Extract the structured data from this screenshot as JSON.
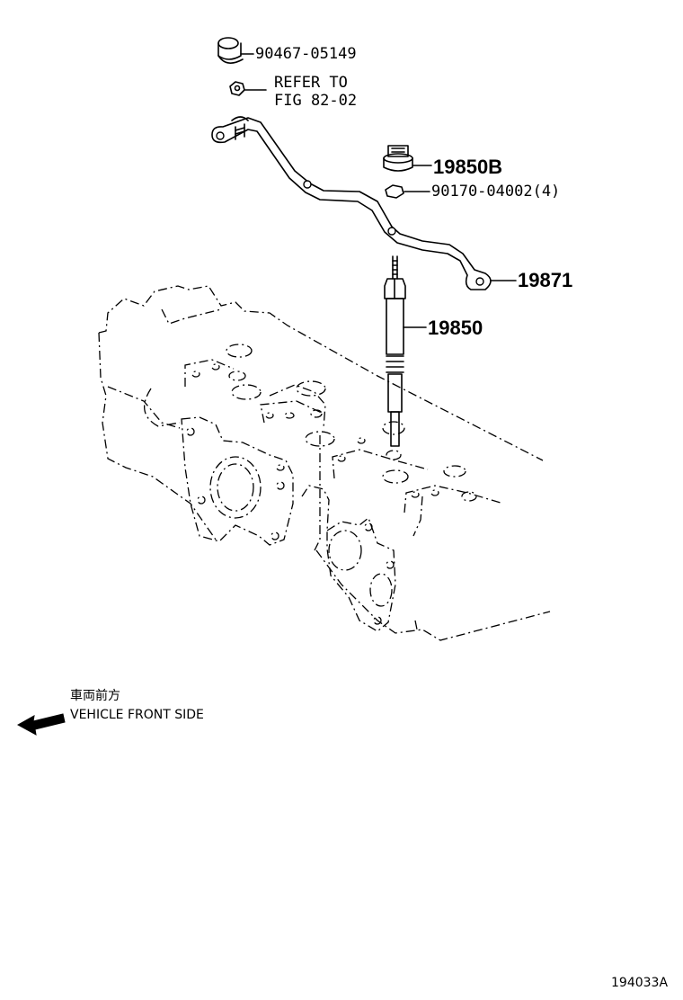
{
  "parts": {
    "nut_upper": "90467-05149",
    "refer_line1": "REFER TO",
    "refer_line2": "FIG 82-02",
    "glow_screw": "19850B",
    "nut_small": "90170-04002(4)",
    "connector_bar": "19871",
    "glow_plug": "19850"
  },
  "direction": {
    "japanese": "車両前方",
    "english": "VEHICLE FRONT SIDE"
  },
  "figure_id": "194033A"
}
